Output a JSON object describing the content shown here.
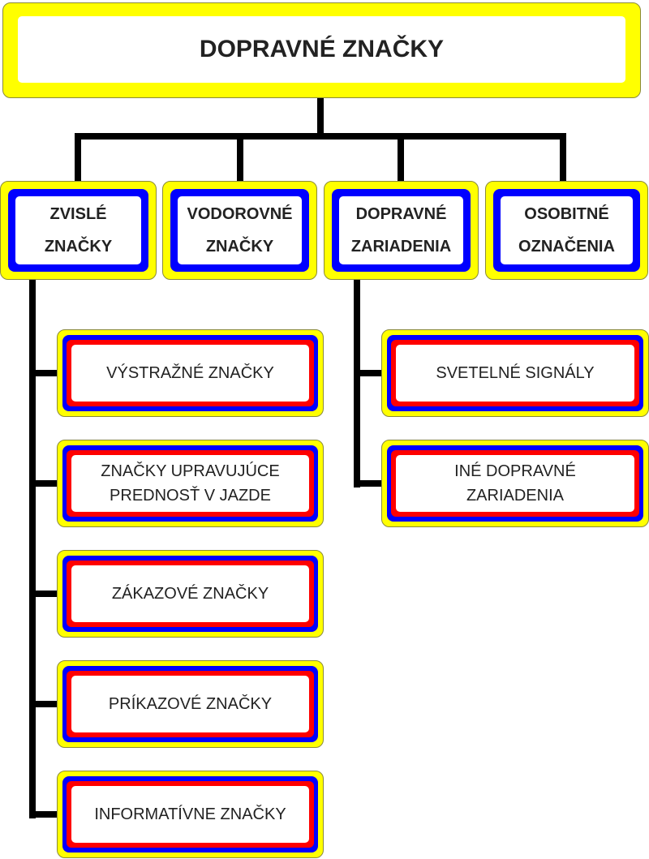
{
  "title": "DOPRAVNÉ ZNAČKY",
  "categories": [
    {
      "line1": "ZVISLÉ",
      "line2": "ZNAČKY"
    },
    {
      "line1": "VODOROVNÉ",
      "line2": "ZNAČKY"
    },
    {
      "line1": "DOPRAVNÉ",
      "line2": "ZARIADENIA"
    },
    {
      "line1": "OSOBITNÉ",
      "line2": "OZNAČENIA"
    }
  ],
  "zvisle": [
    {
      "line1": "VÝSTRAŽNÉ ZNAČKY",
      "line2": ""
    },
    {
      "line1": "ZNAČKY UPRAVUJÚCE",
      "line2": "PREDNOSŤ V JAZDE"
    },
    {
      "line1": "ZÁKAZOVÉ ZNAČKY",
      "line2": ""
    },
    {
      "line1": "PRÍKAZOVÉ ZNAČKY",
      "line2": ""
    },
    {
      "line1": "INFORMATÍVNE ZNAČKY",
      "line2": ""
    }
  ],
  "zariadenia": [
    {
      "line1": "SVETELNÉ SIGNÁLY",
      "line2": ""
    },
    {
      "line1": "INÉ DOPRAVNÉ",
      "line2": "ZARIADENIA"
    }
  ]
}
